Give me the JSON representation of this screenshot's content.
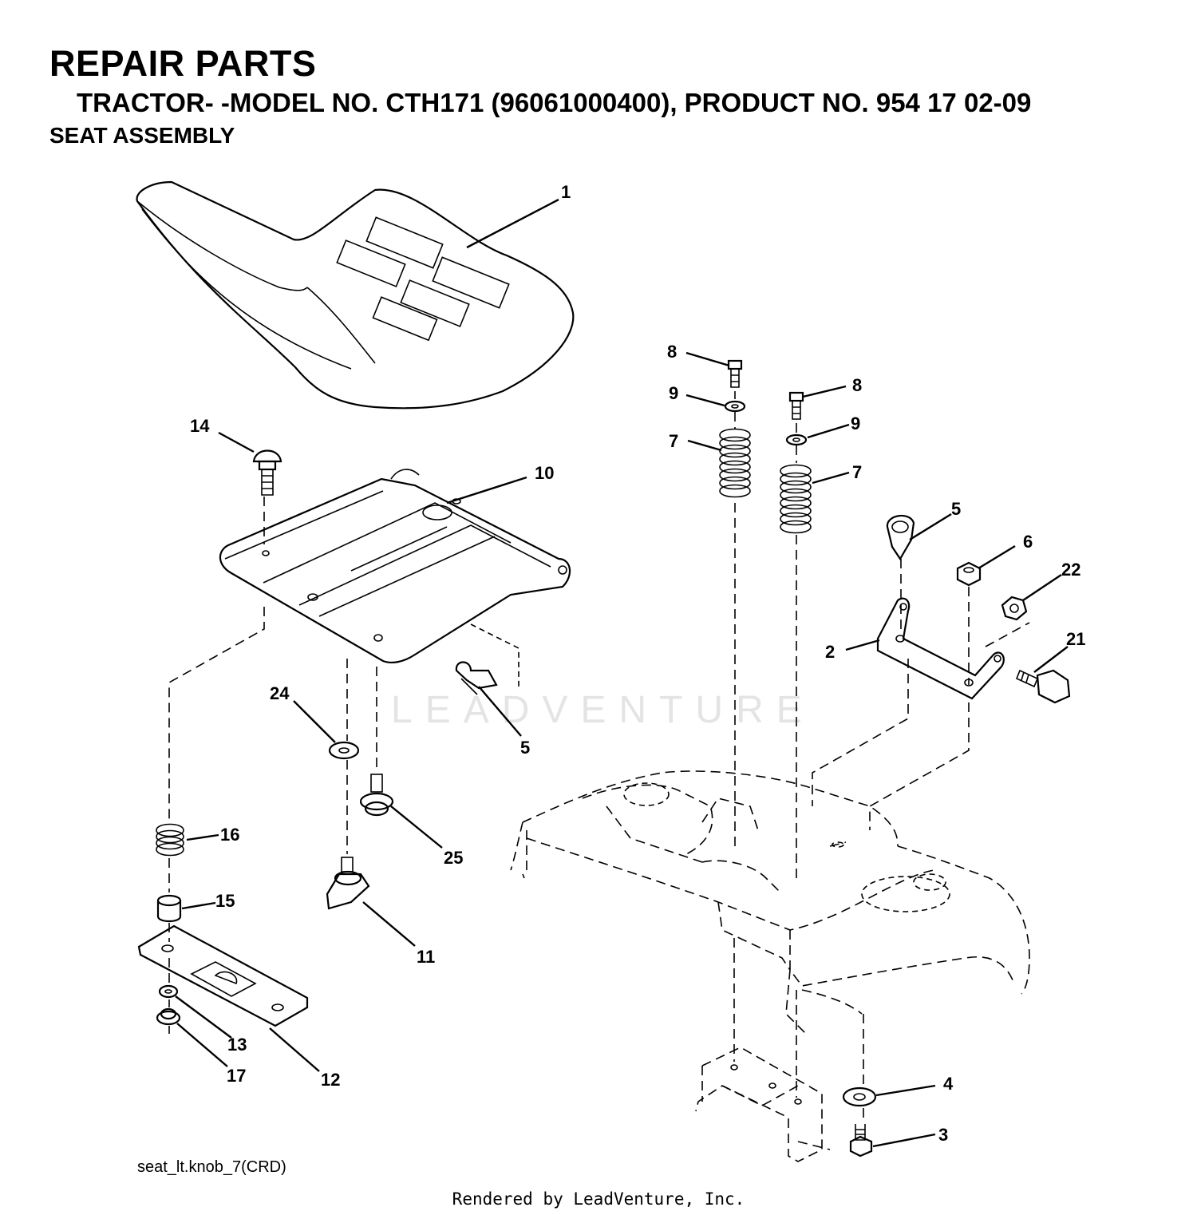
{
  "header": {
    "title": "REPAIR PARTS",
    "model_line": "TRACTOR- -MODEL NO. CTH171 (96061000400), PRODUCT NO. 954 17 02-09",
    "section": "SEAT ASSEMBLY"
  },
  "callouts": {
    "c1": "1",
    "c2": "2",
    "c3": "3",
    "c4": "4",
    "c5a": "5",
    "c5b": "5",
    "c6": "6",
    "c7a": "7",
    "c7b": "7",
    "c8a": "8",
    "c8b": "8",
    "c9a": "9",
    "c9b": "9",
    "c10": "10",
    "c11": "11",
    "c12": "12",
    "c13": "13",
    "c14": "14",
    "c15": "15",
    "c16": "16",
    "c17": "17",
    "c21": "21",
    "c22": "22",
    "c24": "24",
    "c25": "25"
  },
  "watermark": "LEADVENTURE",
  "drawing_ref": "seat_lt.knob_7(CRD)",
  "footer": "Rendered by LeadVenture, Inc.",
  "colors": {
    "line": "#000000",
    "background": "#ffffff",
    "watermark": "#e4e4e4"
  }
}
